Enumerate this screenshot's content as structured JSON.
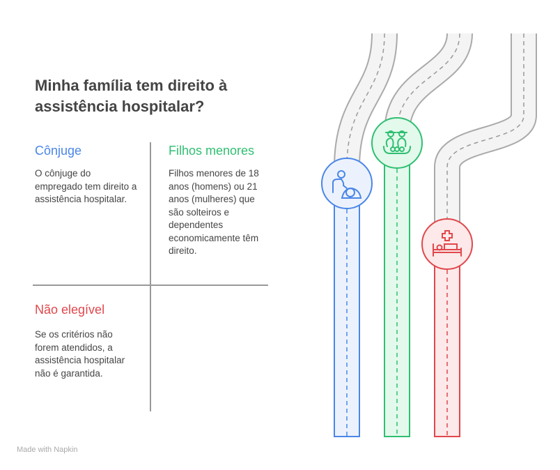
{
  "title": "Minha família tem direito à assistência hospitalar?",
  "quadrants": [
    {
      "heading": "Cônjuge",
      "text": "O cônjuge do empregado tem direito a assistência hospitalar.",
      "color": "#4a86e8"
    },
    {
      "heading": "Filhos menores",
      "text": "Filhos menores de 18 anos (homens) ou 21 anos (mulheres) que são solteiros e dependentes economicamente têm direito.",
      "color": "#2fbf71"
    },
    {
      "heading": "Não elegível",
      "text": "Se os critérios não forem atendidos, a assistência hospitalar não é garantida.",
      "color": "#e0474c"
    }
  ],
  "roads": [
    {
      "icon": "caregiver-icon",
      "color": "#4a86e8",
      "fill": "#ecf2fd"
    },
    {
      "icon": "children-icon",
      "color": "#2fbf71",
      "fill": "#e3f9ec"
    },
    {
      "icon": "hospital-bed-icon",
      "color": "#e0474c",
      "fill": "#fde9e9"
    }
  ],
  "footer": "Made with Napkin"
}
